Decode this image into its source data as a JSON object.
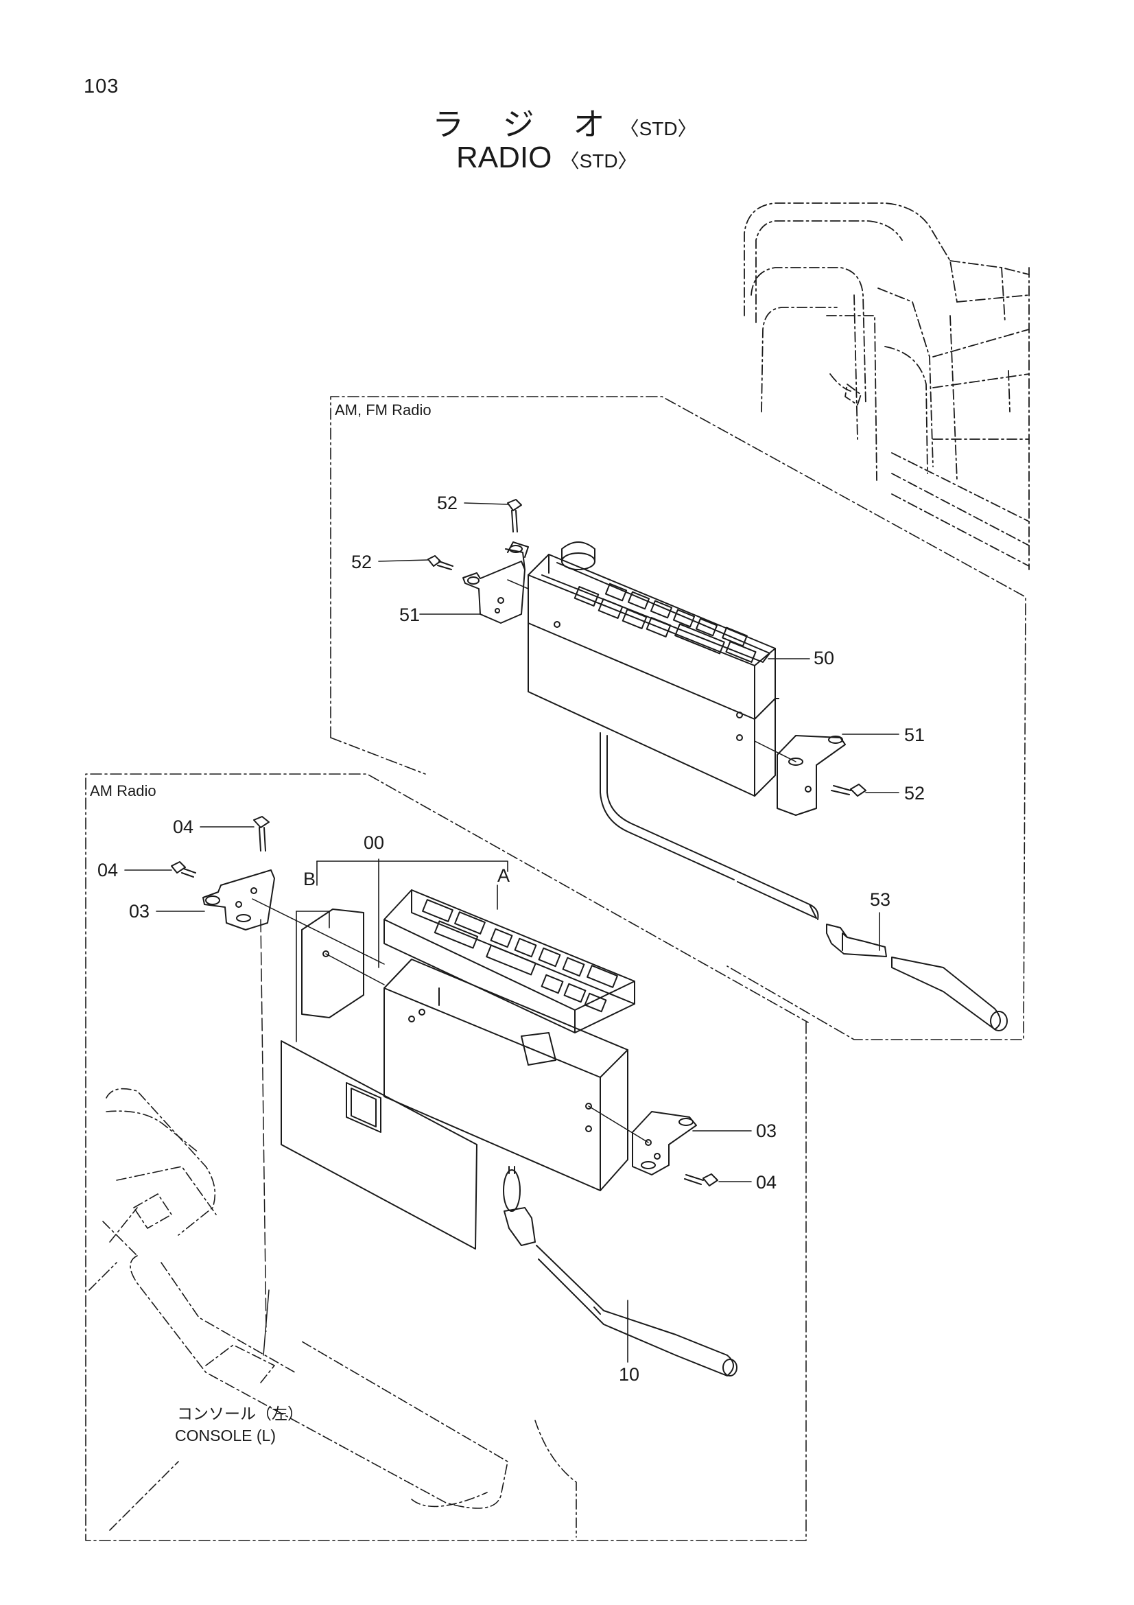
{
  "header": {
    "page_number": "103",
    "title_ja": "ラ ジ オ",
    "title_ja_suffix": "〈STD〉",
    "title_en": "RADIO",
    "title_en_suffix": "〈STD〉"
  },
  "sections": {
    "am_fm": "AM, FM Radio",
    "am": "AM Radio"
  },
  "callouts": {
    "c52a": "52",
    "c52b": "52",
    "c51a": "51",
    "c50": "50",
    "c51b": "51",
    "c52c": "52",
    "c53": "53",
    "c04a": "04",
    "c04b": "04",
    "c03a": "03",
    "c00": "00",
    "cB": "B",
    "cA": "A",
    "c03b": "03",
    "c04c": "04",
    "c10": "10"
  },
  "console_label": {
    "ja": "コンソール（左）",
    "en": "CONSOLE (L)"
  },
  "colors": {
    "ink": "#1a1a1a",
    "paper": "#ffffff"
  }
}
